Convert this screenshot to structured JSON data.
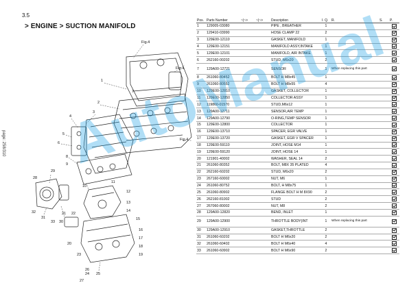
{
  "header": {
    "section": "3.5",
    "title": "> ENGINE > SUCTION MANIFOLD",
    "page_label": "page: 258/310"
  },
  "diagram": {
    "callouts": [
      "1",
      "2",
      "3",
      "4",
      "5",
      "6",
      "7",
      "8",
      "9",
      "10",
      "11",
      "12",
      "13",
      "14",
      "15",
      "16",
      "17",
      "18",
      "19",
      "20",
      "21",
      "22",
      "23",
      "24",
      "25",
      "26",
      "27",
      "28",
      "29",
      "30",
      "31",
      "32",
      "33"
    ],
    "fig_labels": [
      "Fig.4",
      "Fig.4",
      "Fig.4"
    ]
  },
  "watermark": "AutoManual",
  "table": {
    "headers": {
      "pos": "Pos.",
      "part_number": "Parts Number",
      "from": "~|~>",
      "to": "~|~>",
      "description": "Description",
      "qty": "I. Q.",
      "remarks": "R.",
      "s": "S.",
      "p": "P."
    },
    "rows": [
      {
        "pos": "1",
        "part": "129005-03080",
        "desc": "PIPE , BREATHER",
        "qty": "1",
        "remark": ""
      },
      {
        "pos": "2",
        "part": "129410-03990",
        "desc": "HOSE CLAMP 22",
        "qty": "2",
        "remark": ""
      },
      {
        "pos": "3",
        "part": "129E00-12110",
        "desc": "GASKET, MANIFOLD",
        "qty": "1",
        "remark": ""
      },
      {
        "pos": "4",
        "part": "129E00-12151",
        "desc": "MANIFOLD ASSY,INTAKE",
        "qty": "1",
        "remark": ""
      },
      {
        "pos": "5",
        "part": "129E00-12101",
        "desc": "MANIFOLD, AIR INTAKE",
        "qty": "1",
        "remark": ""
      },
      {
        "pos": "6",
        "part": "262160-00202",
        "desc": "STUD, M6x20",
        "qty": "2",
        "remark": ""
      },
      {
        "pos": "7",
        "part": "129A00-12721",
        "desc": "SENSOR",
        "qty": "1",
        "remark": "When replacing this part"
      },
      {
        "pos": "8",
        "part": "261060-80452",
        "desc": "BOLT H M8x45",
        "qty": "1",
        "remark": ""
      },
      {
        "pos": "9",
        "part": "261060-80552",
        "desc": "BOLT H M8x55",
        "qty": "4",
        "remark": ""
      },
      {
        "pos": "10",
        "part": "129E00-12810",
        "desc": "GASKET, COLLECTOR",
        "qty": "1",
        "remark": ""
      },
      {
        "pos": "11",
        "part": "129E00-12850",
        "desc": "COLLECTOR ASSY",
        "qty": "1",
        "remark": ""
      },
      {
        "pos": "12",
        "part": "119860-01570",
        "desc": "STUD,M6x12",
        "qty": "1",
        "remark": ""
      },
      {
        "pos": "13",
        "part": "129A00-12711",
        "desc": "SENSOR,AIR TEMP",
        "qty": "1",
        "remark": ""
      },
      {
        "pos": "14",
        "part": "129A00-12790",
        "desc": "O-RING,TEMP SENSOR",
        "qty": "1",
        "remark": ""
      },
      {
        "pos": "15",
        "part": "129E00-12800",
        "desc": "COLLECTOR",
        "qty": "1",
        "remark": ""
      },
      {
        "pos": "16",
        "part": "129E00-13710",
        "desc": "SPACER, EGR VALVE",
        "qty": "1",
        "remark": ""
      },
      {
        "pos": "17",
        "part": "129E00-13720",
        "desc": "GASKET, EGR V SPACER",
        "qty": "1",
        "remark": ""
      },
      {
        "pos": "18",
        "part": "129E00-59110",
        "desc": "JOINT, HOSE M14",
        "qty": "1",
        "remark": ""
      },
      {
        "pos": "19",
        "part": "129E00-59120",
        "desc": "JOINT, HOSE 14",
        "qty": "1",
        "remark": ""
      },
      {
        "pos": "20",
        "part": "121901-40002",
        "desc": "WASHER, SEAL 14",
        "qty": "2",
        "remark": ""
      },
      {
        "pos": "21",
        "part": "261060-80352",
        "desc": "BOLT, M8X 35 PLATED",
        "qty": "4",
        "remark": ""
      },
      {
        "pos": "22",
        "part": "262160-60202",
        "desc": "STUD, M6x20",
        "qty": "2",
        "remark": ""
      },
      {
        "pos": "23",
        "part": "267160-60002",
        "desc": "NUT, M6",
        "qty": "1",
        "remark": ""
      },
      {
        "pos": "24",
        "part": "261060-80752",
        "desc": "BOLT, H M8x75",
        "qty": "1",
        "remark": ""
      },
      {
        "pos": "25",
        "part": "261060-80902",
        "desc": "FLANGE BOLT H M 8X90",
        "qty": "2",
        "remark": ""
      },
      {
        "pos": "26",
        "part": "262160-81002",
        "desc": "STUD",
        "qty": "2",
        "remark": ""
      },
      {
        "pos": "27",
        "part": "267060-80002",
        "desc": "NUT, M8",
        "qty": "2",
        "remark": ""
      },
      {
        "pos": "28",
        "part": "129A00-12820",
        "desc": "BEND, INLET",
        "qty": "1",
        "remark": ""
      },
      {
        "pos": "29",
        "part": "129A00-12900",
        "desc": "THROTTLE BODY(INT",
        "qty": "1",
        "remark": "When replacing this part"
      },
      {
        "pos": "30",
        "part": "129A00-12910",
        "desc": "GASKET,THROTTLE",
        "qty": "2",
        "remark": ""
      },
      {
        "pos": "31",
        "part": "261060-60202",
        "desc": "BOLT H M6x20",
        "qty": "2",
        "remark": ""
      },
      {
        "pos": "32",
        "part": "261060-60402",
        "desc": "BOLT H M6x40",
        "qty": "4",
        "remark": ""
      },
      {
        "pos": "33",
        "part": "261060-60902",
        "desc": "BOLT H M6x90",
        "qty": "2",
        "remark": ""
      }
    ]
  }
}
